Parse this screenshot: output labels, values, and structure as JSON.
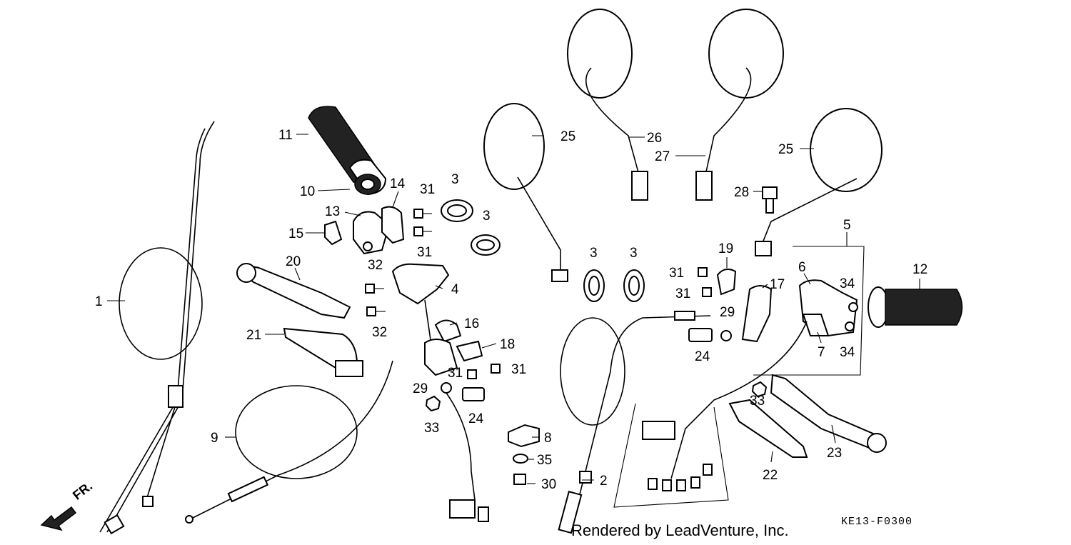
{
  "diagram": {
    "callouts": [
      "1",
      "2",
      "3",
      "3",
      "3",
      "3",
      "4",
      "5",
      "6",
      "7",
      "8",
      "9",
      "10",
      "11",
      "12",
      "13",
      "14",
      "15",
      "16",
      "17",
      "18",
      "19",
      "20",
      "21",
      "22",
      "23",
      "24",
      "24",
      "25",
      "25",
      "26",
      "27",
      "28",
      "29",
      "29",
      "30",
      "31",
      "31",
      "31",
      "31",
      "31",
      "31",
      "32",
      "32",
      "33",
      "33",
      "34",
      "34",
      "35"
    ],
    "direction_label": "FR.",
    "credit": "Rendered by LeadVenture, Inc.",
    "diagram_code": "KE13-F0300"
  }
}
